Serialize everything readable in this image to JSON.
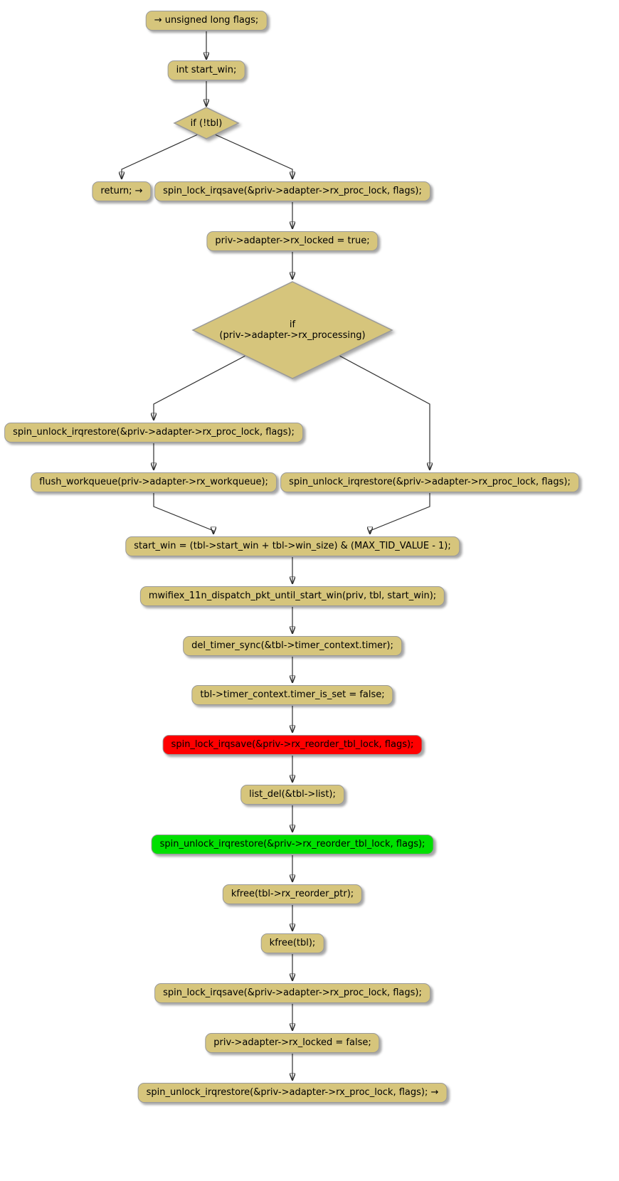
{
  "diagram": {
    "title": "mwifiex rx reorder table delete flowchart",
    "colors": {
      "node_fill": "#d6c57c",
      "node_border": "#9a9a9a",
      "red_fill": "#ff0000",
      "green_fill": "#00e000",
      "edge": "#303030",
      "background": "#ffffff"
    },
    "nodes": {
      "n01": {
        "label": "→ unsigned long flags;"
      },
      "n02": {
        "label": "int start_win;"
      },
      "n03": {
        "label": "if (!tbl)"
      },
      "n04": {
        "label": "return; →"
      },
      "n05": {
        "label": "spin_lock_irqsave(&priv->adapter->rx_proc_lock, flags);"
      },
      "n06": {
        "label": "priv->adapter->rx_locked = true;"
      },
      "n07": {
        "label": "if\n(priv->adapter->rx_processing)"
      },
      "n08": {
        "label": "spin_unlock_irqrestore(&priv->adapter->rx_proc_lock, flags);"
      },
      "n09": {
        "label": "flush_workqueue(priv->adapter->rx_workqueue);"
      },
      "n10": {
        "label": "spin_unlock_irqrestore(&priv->adapter->rx_proc_lock, flags);"
      },
      "n11": {
        "label": "start_win = (tbl->start_win + tbl->win_size) & (MAX_TID_VALUE - 1);"
      },
      "n12": {
        "label": "mwifiex_11n_dispatch_pkt_until_start_win(priv, tbl, start_win);"
      },
      "n13": {
        "label": "del_timer_sync(&tbl->timer_context.timer);"
      },
      "n14": {
        "label": "tbl->timer_context.timer_is_set = false;"
      },
      "n15": {
        "label": "spin_lock_irqsave(&priv->rx_reorder_tbl_lock, flags);"
      },
      "n16": {
        "label": "list_del(&tbl->list);"
      },
      "n17": {
        "label": "spin_unlock_irqrestore(&priv->rx_reorder_tbl_lock, flags);"
      },
      "n18": {
        "label": "kfree(tbl->rx_reorder_ptr);"
      },
      "n19": {
        "label": "kfree(tbl);"
      },
      "n20": {
        "label": "spin_lock_irqsave(&priv->adapter->rx_proc_lock, flags);"
      },
      "n21": {
        "label": "priv->adapter->rx_locked = false;"
      },
      "n22": {
        "label": "spin_unlock_irqrestore(&priv->adapter->rx_proc_lock, flags); →"
      }
    }
  }
}
